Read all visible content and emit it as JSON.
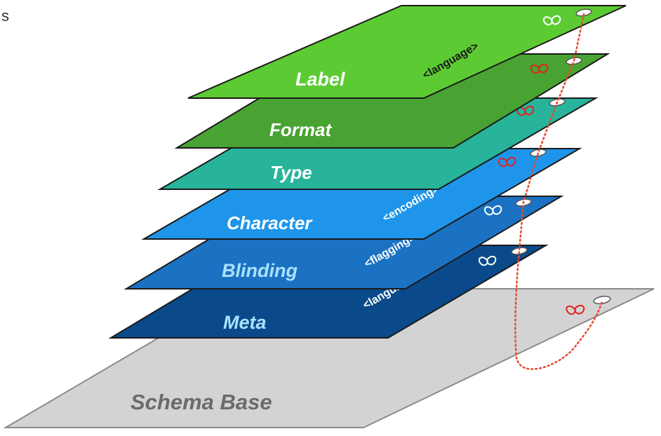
{
  "corner_text": "s",
  "layers": [
    {
      "id": "label",
      "title": "Label",
      "tag": "<language>",
      "fill": "#5ccb33",
      "infinity_color": "#ffffff"
    },
    {
      "id": "format",
      "title": "Format",
      "tag": "",
      "fill": "#49a332",
      "infinity_color": "#e0231c"
    },
    {
      "id": "type",
      "title": "Type",
      "tag": "",
      "fill": "#27b49b",
      "infinity_color": "#e0231c"
    },
    {
      "id": "character",
      "title": "Character",
      "tag": "<encoding>",
      "fill": "#1e95ea",
      "infinity_color": "#e0231c"
    },
    {
      "id": "blinding",
      "title": "Blinding",
      "tag": "<flagging>",
      "fill": "#1b72c2",
      "infinity_color": "#ffffff"
    },
    {
      "id": "meta",
      "title": "Meta",
      "tag": "<language>",
      "fill": "#0b4a8a",
      "infinity_color": "#ffffff"
    }
  ],
  "base": {
    "title": "Schema Base",
    "fill": "#d3d3d3",
    "infinity_color": "#e0231c"
  },
  "connector_color": "#e64a2e"
}
